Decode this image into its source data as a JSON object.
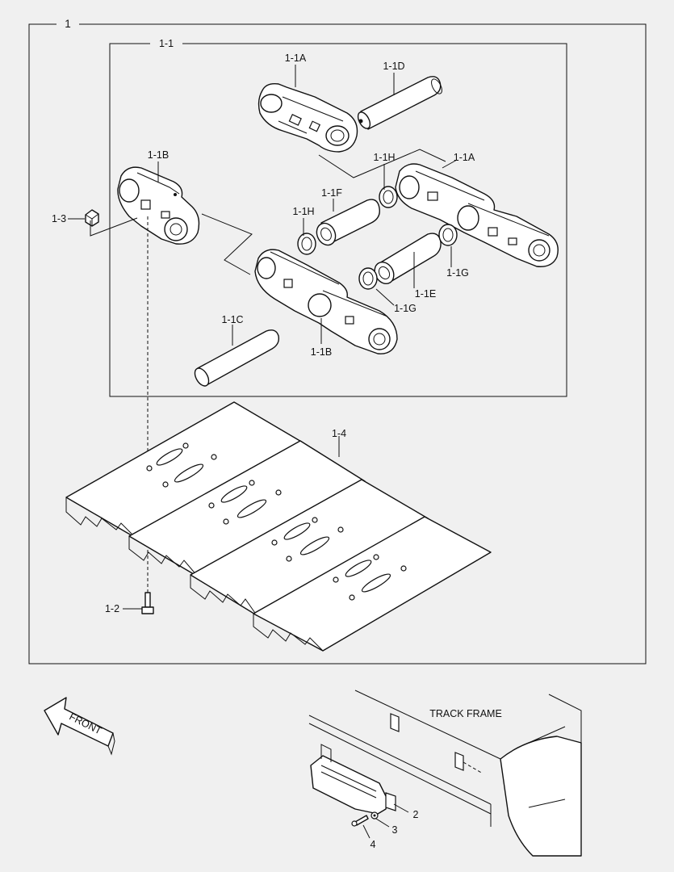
{
  "frame_labels": {
    "outer": "1",
    "inner": "1-1"
  },
  "part_labels": [
    "1-1A",
    "1-1D",
    "1-1B",
    "1-1H",
    "1-1A",
    "1-1F",
    "1-3",
    "1-1H",
    "1-1G",
    "1-1E",
    "1-1G",
    "1-1C",
    "1-1B",
    "1-4",
    "1-2",
    "2",
    "3",
    "4"
  ],
  "track_frame_label": "TRACK FRAME",
  "front_arrow_label": "FRONT",
  "colors": {
    "line": "#111111",
    "background": "#f0f0f0",
    "part_fill": "#ffffff"
  }
}
